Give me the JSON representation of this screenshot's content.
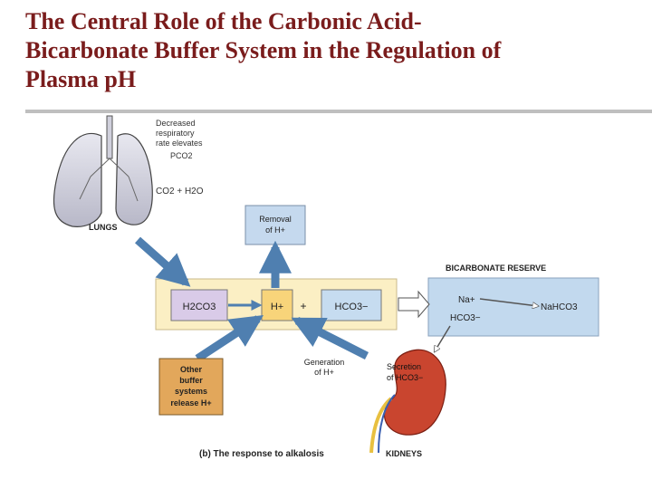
{
  "slide": {
    "title": "The Central Role of the Carbonic Acid-Bicarbonate Buffer System in the Regulation of Plasma pH",
    "title_lines": [
      "The Central Role of the Carbonic Acid-",
      "Bicarbonate Buffer System in the Regulation of",
      "Plasma pH"
    ]
  },
  "diagram": {
    "lungs": {
      "label": "LUNGS",
      "note": [
        "Decreased",
        "respiratory",
        "rate elevates",
        "PCO2"
      ],
      "equation": "CO2 + H2O"
    },
    "removal_box": {
      "lines": [
        "Removal",
        "of H+"
      ]
    },
    "central": {
      "h2co3": "H2CO3",
      "h_plus": "H+",
      "plus": "+",
      "hco3": "HCO3−"
    },
    "bicarbonate_reserve": {
      "label": "BICARBONATE RESERVE",
      "na": "Na+",
      "hco3": "HCO3−",
      "nahco3": "NaHCO3"
    },
    "other_buffers": {
      "lines": [
        "Other",
        "buffer",
        "systems",
        "release H+"
      ]
    },
    "generation": {
      "lines": [
        "Generation",
        "of H+"
      ]
    },
    "kidneys": {
      "label": "KIDNEYS",
      "secretion": [
        "Secretion",
        "of HCO3−"
      ]
    },
    "caption": "(b) The response to alkalosis"
  },
  "colors": {
    "title": "#7a1c1c",
    "central_panel": "#fbefc4",
    "h2co3_box": "#d9cbe8",
    "h_box": "#f8d47a",
    "hco3_box": "#c6dcf0",
    "removal_box": "#c5d9ee",
    "other_buffers_box": "#e2a75b",
    "bicarbonate_panel": "#c2d9ee",
    "arrow": "#4f7fb0",
    "kidney": "#c9452f"
  }
}
